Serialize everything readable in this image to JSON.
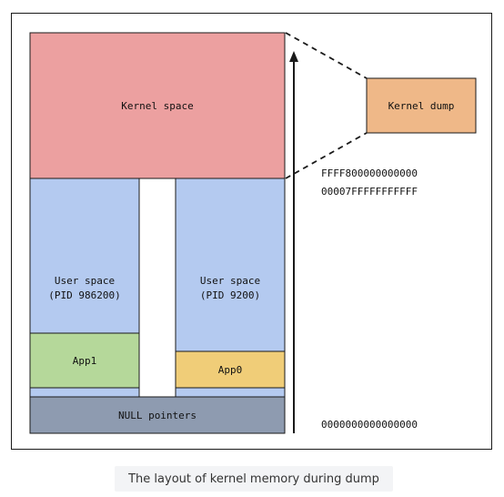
{
  "diagram": {
    "regions": {
      "kernel_space": "Kernel space",
      "kernel_dump": "Kernel dump",
      "user_space_left": [
        "User space",
        "(PID 986200)"
      ],
      "user_space_right": [
        "User space",
        "(PID 9200)"
      ],
      "app1": "App1",
      "app0": "App0",
      "null_pointers": "NULL pointers"
    },
    "addresses": {
      "kernel_start": "FFFF800000000000",
      "user_end": "00007FFFFFFFFFFF",
      "zero": "0000000000000000"
    },
    "colors": {
      "kernel_space": "#eca0a0",
      "kernel_dump": "#efb888",
      "user_space": "#b4caf0",
      "app1": "#b5d89a",
      "app0": "#f0cd78",
      "null_pointers": "#8e9bb0"
    }
  },
  "caption": "The layout of kernel memory during dump"
}
